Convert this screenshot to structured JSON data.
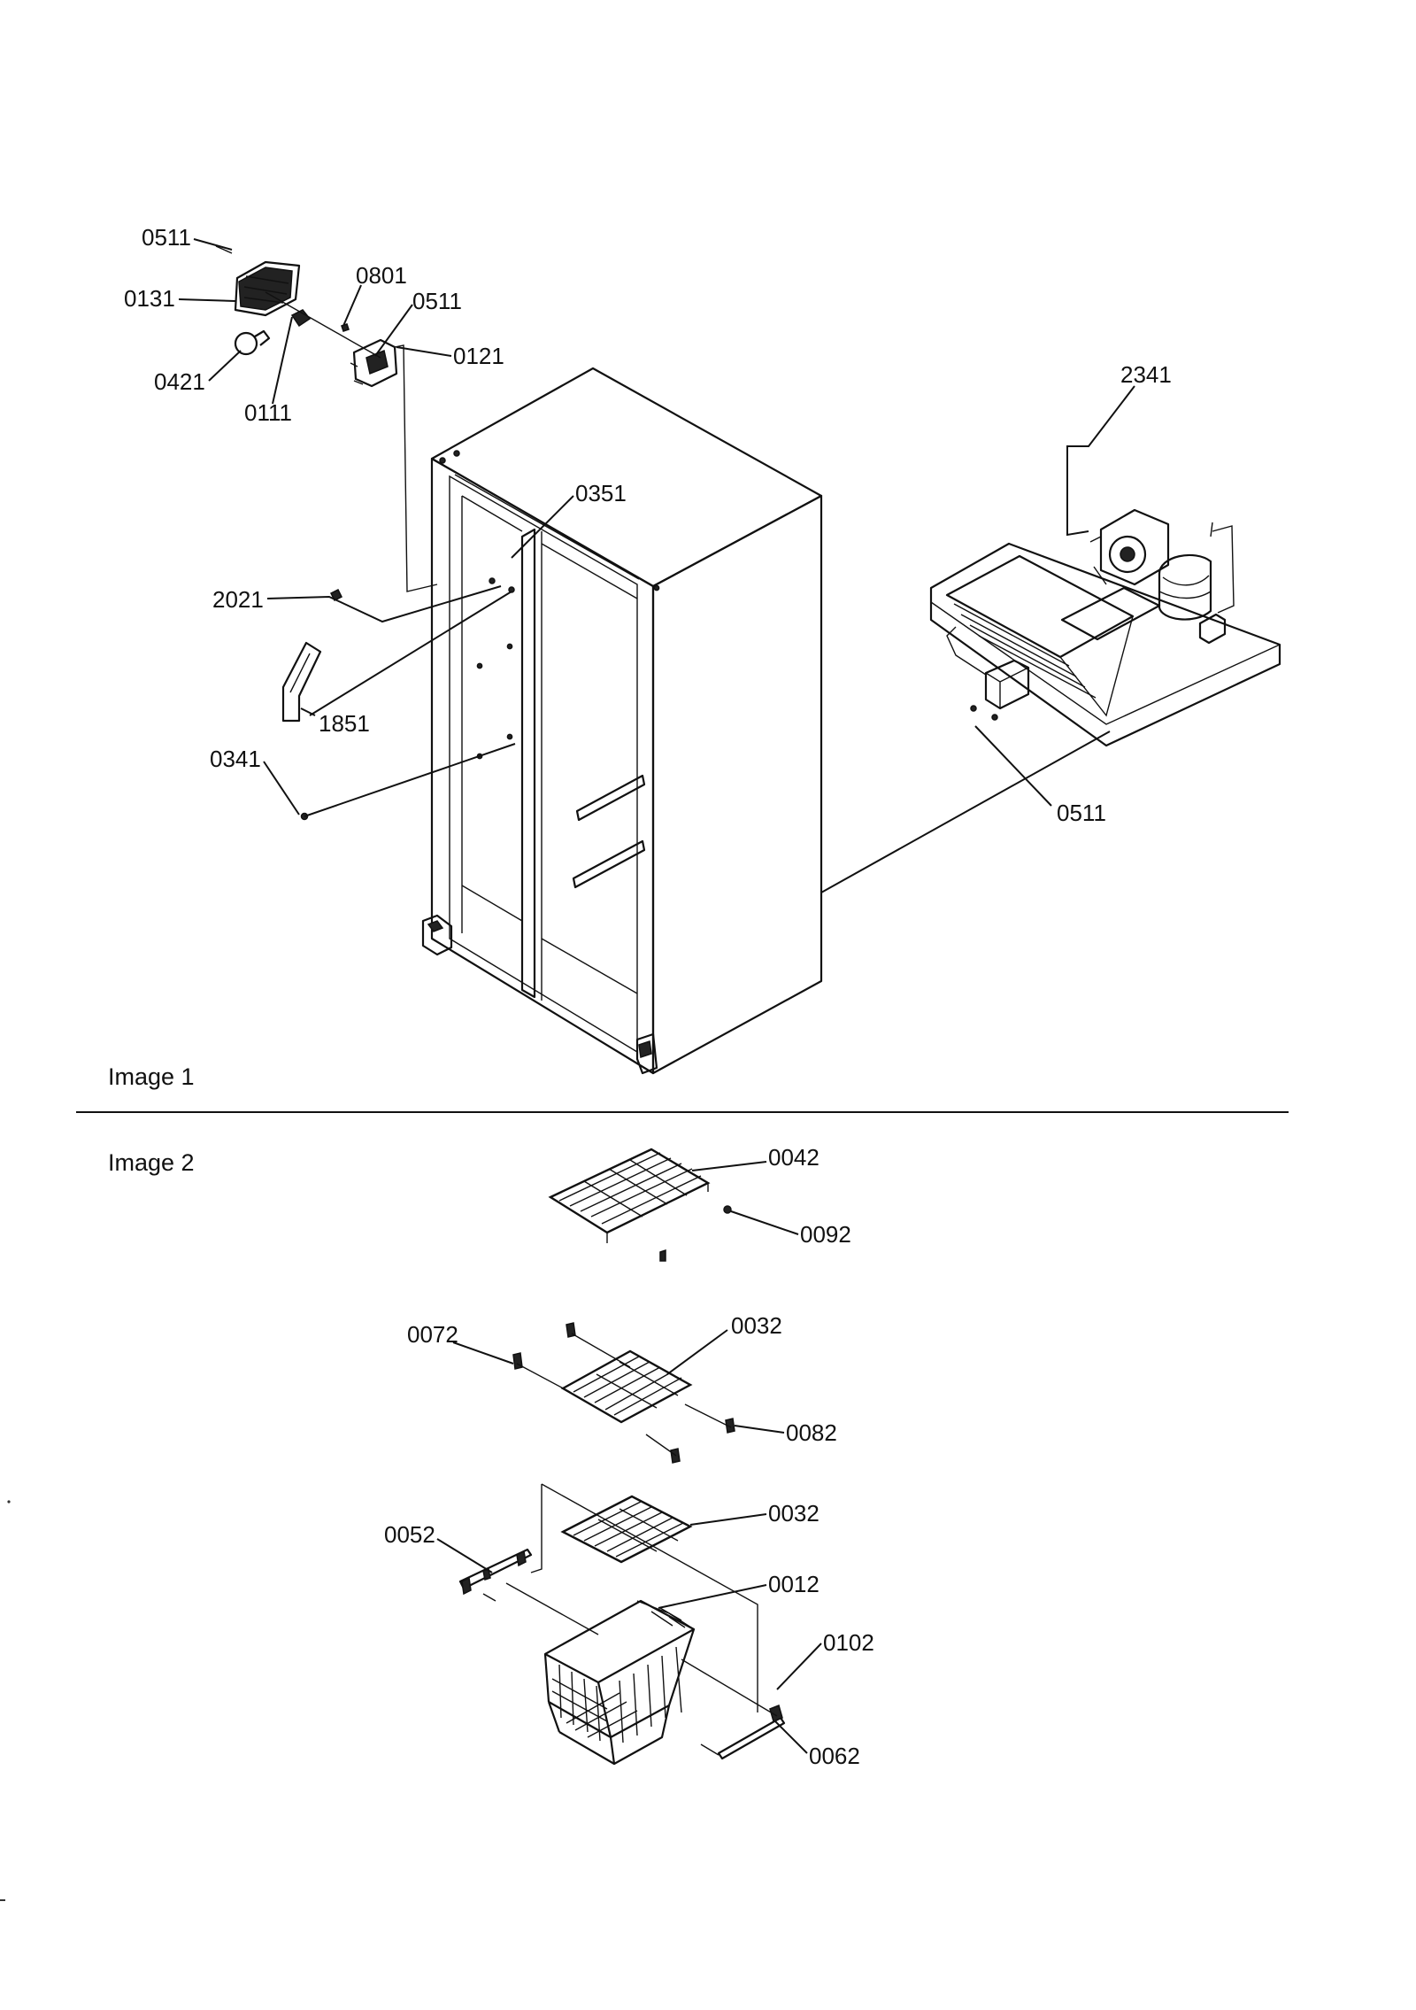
{
  "sections": {
    "image1": "Image 1",
    "image2": "Image 2"
  },
  "labels": {
    "l_0511_a": "0511",
    "l_0131": "0131",
    "l_0801": "0801",
    "l_0511_b": "0511",
    "l_0121": "0121",
    "l_0421": "0421",
    "l_0111": "0111",
    "l_2341": "2341",
    "l_0351": "0351",
    "l_2021": "2021",
    "l_1851": "1851",
    "l_0341": "0341",
    "l_0511_c": "0511",
    "l_0042": "0042",
    "l_0092": "0092",
    "l_0072": "0072",
    "l_0032_a": "0032",
    "l_0082": "0082",
    "l_0032_b": "0032",
    "l_0052": "0052",
    "l_0012": "0012",
    "l_0102": "0102",
    "l_0062": "0062"
  }
}
